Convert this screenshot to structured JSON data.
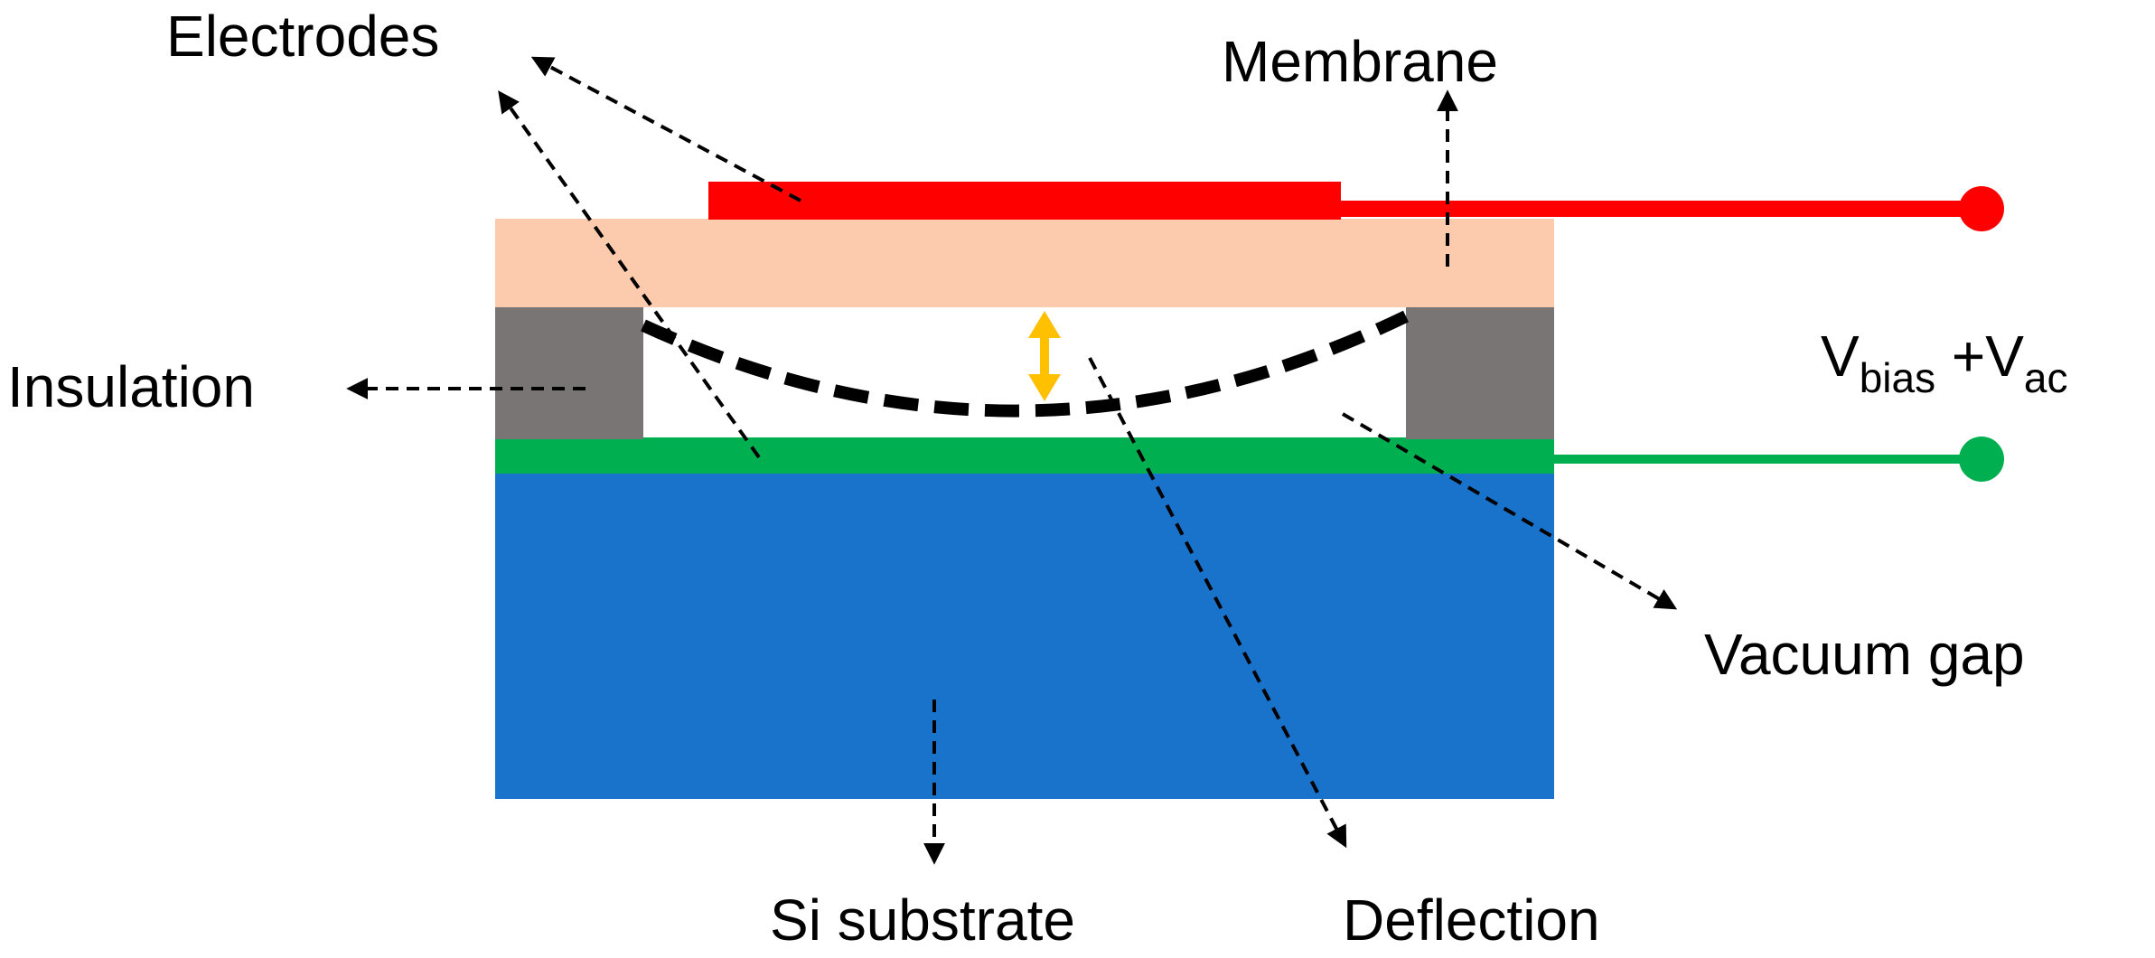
{
  "labels": {
    "electrodes": "Electrodes",
    "membrane": "Membrane",
    "insulation": "Insulation",
    "vacuum_gap": "Vacuum gap",
    "si_substrate": "Si substrate",
    "deflection": "Deflection",
    "voltage": {
      "v1": "V",
      "bias_sub": "bias",
      "plus_v": " +V",
      "ac_sub": "ac"
    }
  },
  "colors": {
    "top_electrode": "#ff0000",
    "membrane": "#fccbad",
    "insulation": "#797574",
    "bottom_electrode": "#00b050",
    "substrate": "#1a73ca",
    "deflection_arrow": "#ffc000",
    "leader": "#000000"
  }
}
